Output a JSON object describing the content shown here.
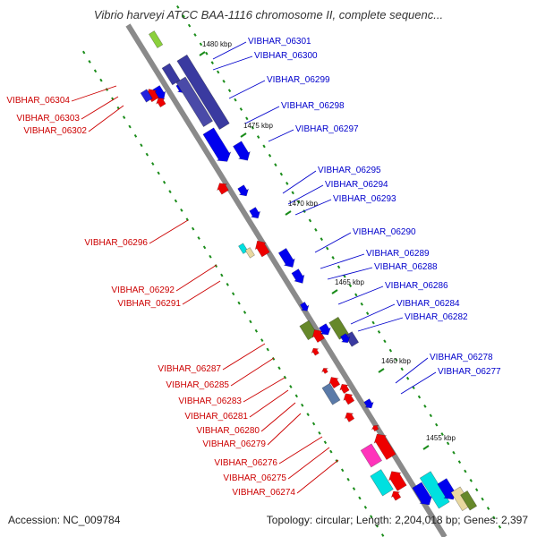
{
  "title": "Vibrio harveyi ATCC BAA-1116 chromosome II, complete sequenc...",
  "footer": {
    "accession": "Accession: NC_009784",
    "topology": "Topology: circular; Length: 2,204,018 bp; Genes: 2,397"
  },
  "colors": {
    "backbone": "#8c8c8c",
    "forward_label": "#0000cc",
    "reverse_label": "#cc0000",
    "forward_gene": "#0000ee",
    "reverse_gene": "#ee0000",
    "dotted_track": "#1a8c1a"
  },
  "kbp_markers": [
    "1480 kbp",
    "1475 kbp",
    "1470 kbp",
    "1465 kbp",
    "1460 kbp",
    "1455 kbp"
  ],
  "forward_genes": [
    "VIBHAR_06301",
    "VIBHAR_06300",
    "VIBHAR_06299",
    "VIBHAR_06298",
    "VIBHAR_06297",
    "VIBHAR_06295",
    "VIBHAR_06294",
    "VIBHAR_06293",
    "VIBHAR_06290",
    "VIBHAR_06289",
    "VIBHAR_06288",
    "VIBHAR_06286",
    "VIBHAR_06284",
    "VIBHAR_06282",
    "VIBHAR_06278",
    "VIBHAR_06277"
  ],
  "reverse_genes": [
    "VIBHAR_06304",
    "VIBHAR_06303",
    "VIBHAR_06302",
    "VIBHAR_06296",
    "VIBHAR_06292",
    "VIBHAR_06291",
    "VIBHAR_06287",
    "VIBHAR_06285",
    "VIBHAR_06283",
    "VIBHAR_06281",
    "VIBHAR_06280",
    "VIBHAR_06279",
    "VIBHAR_06276",
    "VIBHAR_06275",
    "VIBHAR_06274"
  ]
}
